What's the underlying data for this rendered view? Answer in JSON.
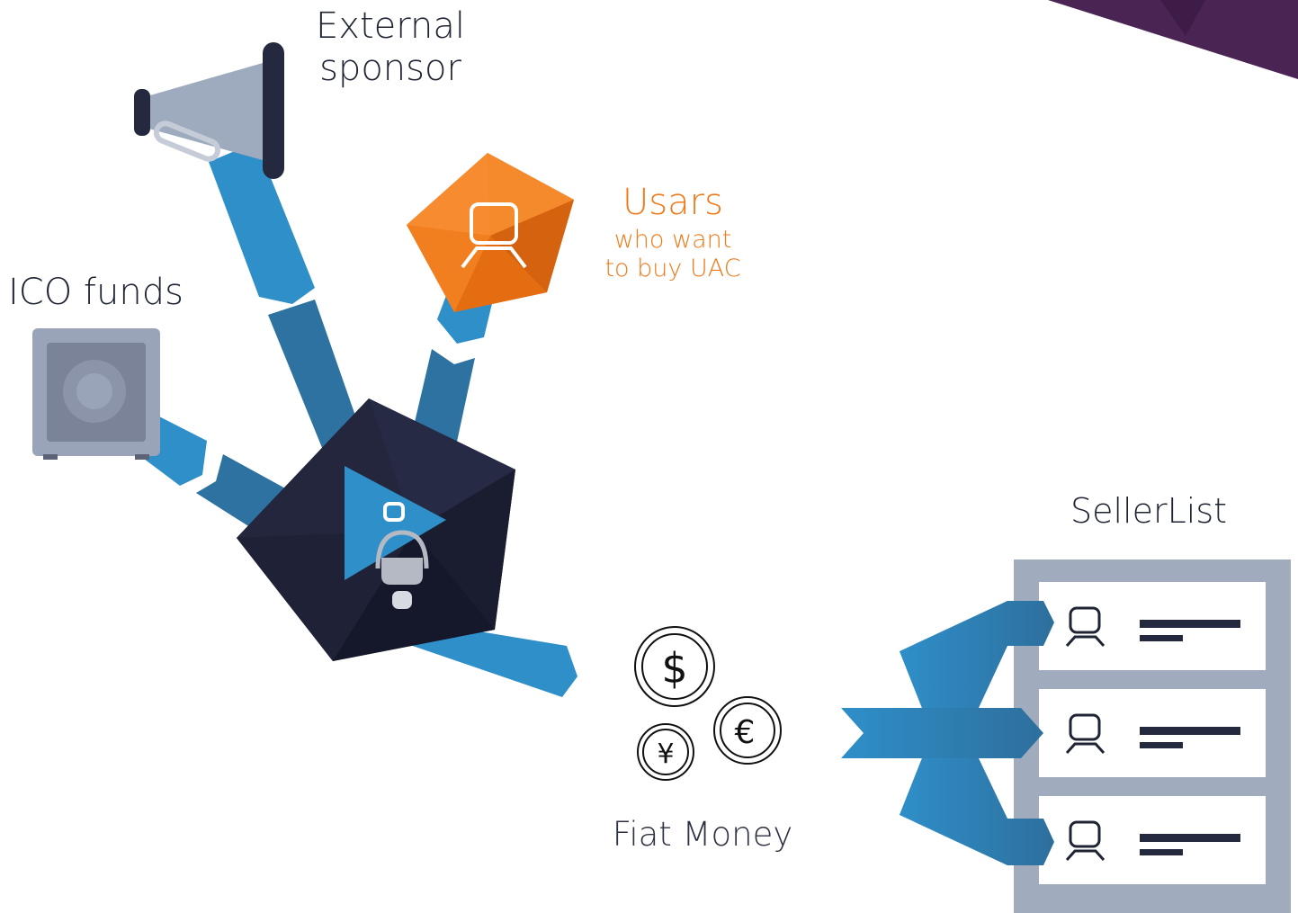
{
  "labels": {
    "external_sponsor_line1": "External",
    "external_sponsor_line2": "sponsor",
    "ico_funds": "ICO funds",
    "users_title": "Usars",
    "users_line1": "who want",
    "users_line2": "to buy UAC",
    "seller_list": "SellerList",
    "fiat_money": "Fiat Money"
  },
  "currency_symbols": [
    "$",
    "€",
    "¥"
  ],
  "seller_rows": 3,
  "colors": {
    "flow_blue": "#2f8fc9",
    "flow_blue_dark": "#2d72a0",
    "orange": "#f07a1a",
    "hub_dark": "#1c1f33",
    "panel_grey": "#a1abbe",
    "safe_grey": "#9aa4b8",
    "corner_purple": "#4a2453"
  }
}
